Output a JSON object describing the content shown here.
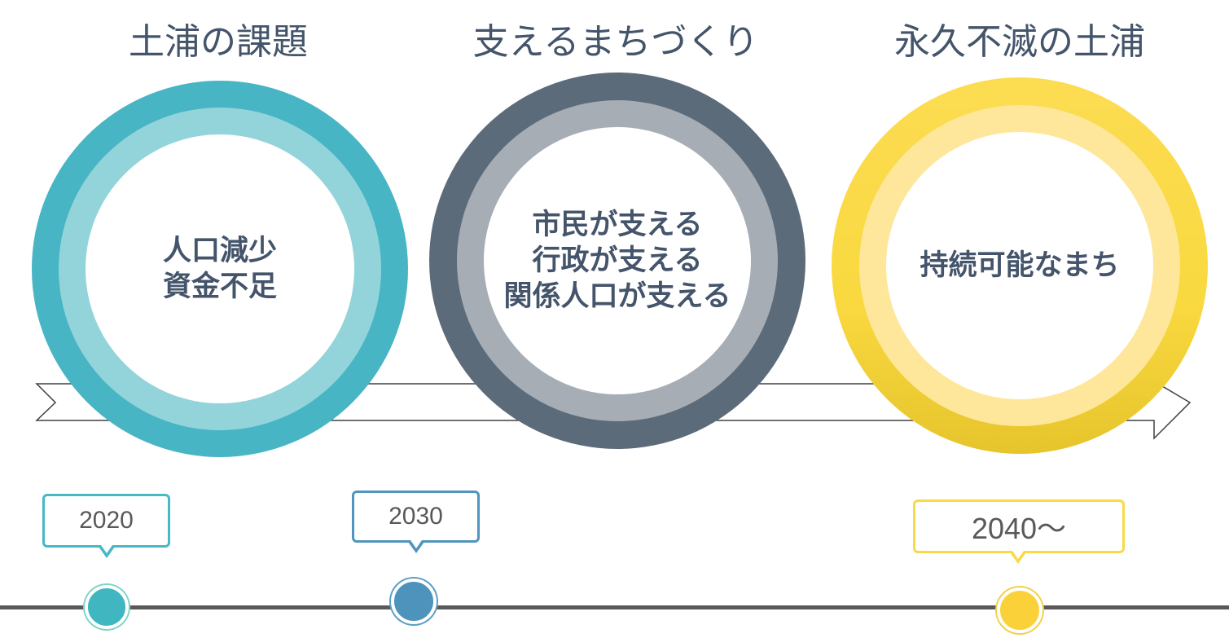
{
  "stages": [
    {
      "title": "土浦の課題",
      "lines": [
        "人口減少",
        "資金不足"
      ]
    },
    {
      "title": "支えるまちづくり",
      "lines": [
        "市民が支える",
        "行政が支える",
        "関係人口が支える"
      ]
    },
    {
      "title": "永久不滅の土浦",
      "lines": [
        "持続可能なまち"
      ]
    }
  ],
  "timeline": [
    {
      "label": "2020"
    },
    {
      "label": "2030"
    },
    {
      "label": "2040～"
    }
  ],
  "colors": {
    "teal_outer": "#47b5c4",
    "teal_mid": "#93d4db",
    "slate_outer": "#5c6b7a",
    "slate_mid": "#a6adb5",
    "gold_outer": "#fbd84a",
    "gold_mid": "#fee79a",
    "text": "#44546a",
    "dot_1": "#3fb6c0",
    "dot_2": "#4e93bc",
    "dot_3": "#fbd13a"
  }
}
